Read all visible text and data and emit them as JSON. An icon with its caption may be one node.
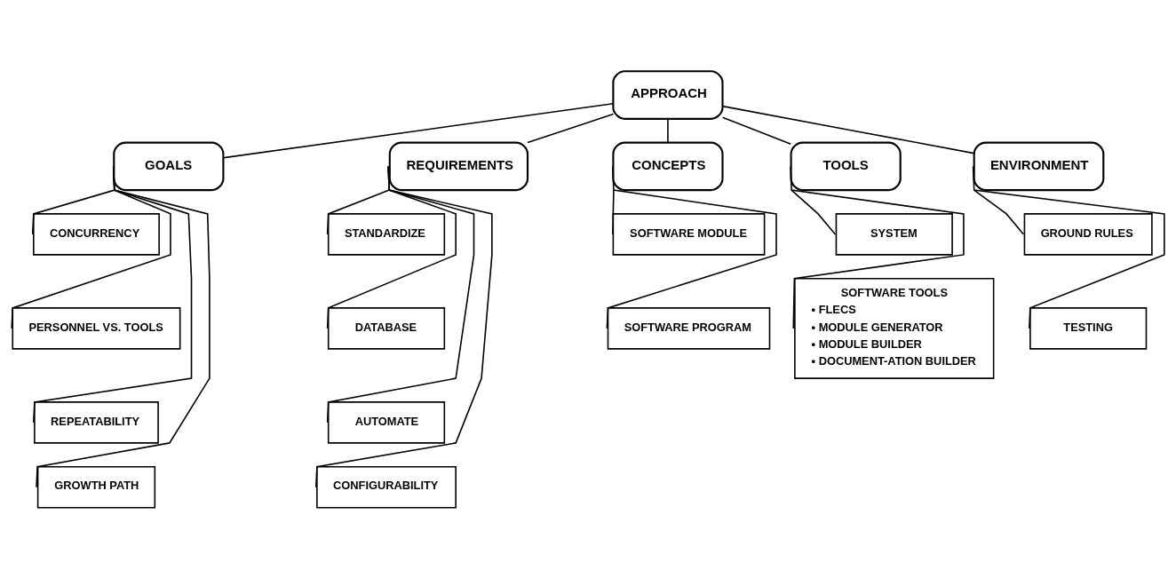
{
  "diagram": {
    "nodes": [
      {
        "text": [
          "APPROACH"
        ]
      },
      {
        "text": [
          "GOALS"
        ]
      },
      {
        "text": [
          "CONCURRENCY"
        ]
      },
      {
        "text": [
          "PERSONNEL VS. TOOLS"
        ]
      },
      {
        "text": [
          "REPEATABILITY"
        ]
      },
      {
        "text": [
          "GROWTH PATH"
        ]
      },
      {
        "text": [
          "REQUIREMENTS"
        ]
      },
      {
        "text": [
          "STANDARDIZE"
        ]
      },
      {
        "text": [
          "DATABASE"
        ]
      },
      {
        "text": [
          "AUTOMATE"
        ]
      },
      {
        "text": [
          "CONFIGURABILITY"
        ]
      },
      {
        "text": [
          "CONCEPTS"
        ]
      },
      {
        "text": [
          "SOFTWARE MODULE"
        ]
      },
      {
        "text": [
          "SOFTWARE PROGRAM"
        ]
      },
      {
        "text": [
          "TOOLS"
        ]
      },
      {
        "text": [
          "SYSTEM"
        ]
      },
      {
        "text": [
          "SOFTWARE TOOLS",
          "• FLECS",
          "• MODULE GENERATOR",
          "• MODULE BUILDER",
          "• DOCUMENT-ATION BUILDER"
        ]
      },
      {
        "text": [
          "ENVIRONMENT"
        ]
      },
      {
        "text": [
          "GROUND RULES"
        ]
      },
      {
        "text": [
          "TESTING"
        ]
      }
    ],
    "edges": [
      {
        "from": 0,
        "to": 1,
        "arrow": "none"
      },
      {
        "from": 0,
        "to": 6,
        "arrow": "none"
      },
      {
        "from": 0,
        "to": 11,
        "arrow": "none"
      },
      {
        "from": 0,
        "to": 14,
        "arrow": "none"
      },
      {
        "from": 0,
        "to": 17,
        "arrow": "none"
      },
      {
        "from": 1,
        "to": 2,
        "arrow": "none"
      },
      {
        "from": 1,
        "to": 3,
        "arrow": "none"
      },
      {
        "from": 1,
        "to": 4,
        "arrow": "none"
      },
      {
        "from": 1,
        "to": 5,
        "arrow": "none"
      },
      {
        "from": 6,
        "to": 7,
        "arrow": "none"
      },
      {
        "from": 6,
        "to": 8,
        "arrow": "none"
      },
      {
        "from": 6,
        "to": 9,
        "arrow": "none"
      },
      {
        "from": 6,
        "to": 10,
        "arrow": "none"
      },
      {
        "from": 11,
        "to": 12,
        "arrow": "none"
      },
      {
        "from": 11,
        "to": 13,
        "arrow": "none"
      },
      {
        "from": 14,
        "to": 15,
        "arrow": "none"
      },
      {
        "from": 14,
        "to": 16,
        "arrow": "none"
      },
      {
        "from": 17,
        "to": 18,
        "arrow": "none"
      },
      {
        "from": 17,
        "to": 19,
        "arrow": "none"
      }
    ]
  }
}
